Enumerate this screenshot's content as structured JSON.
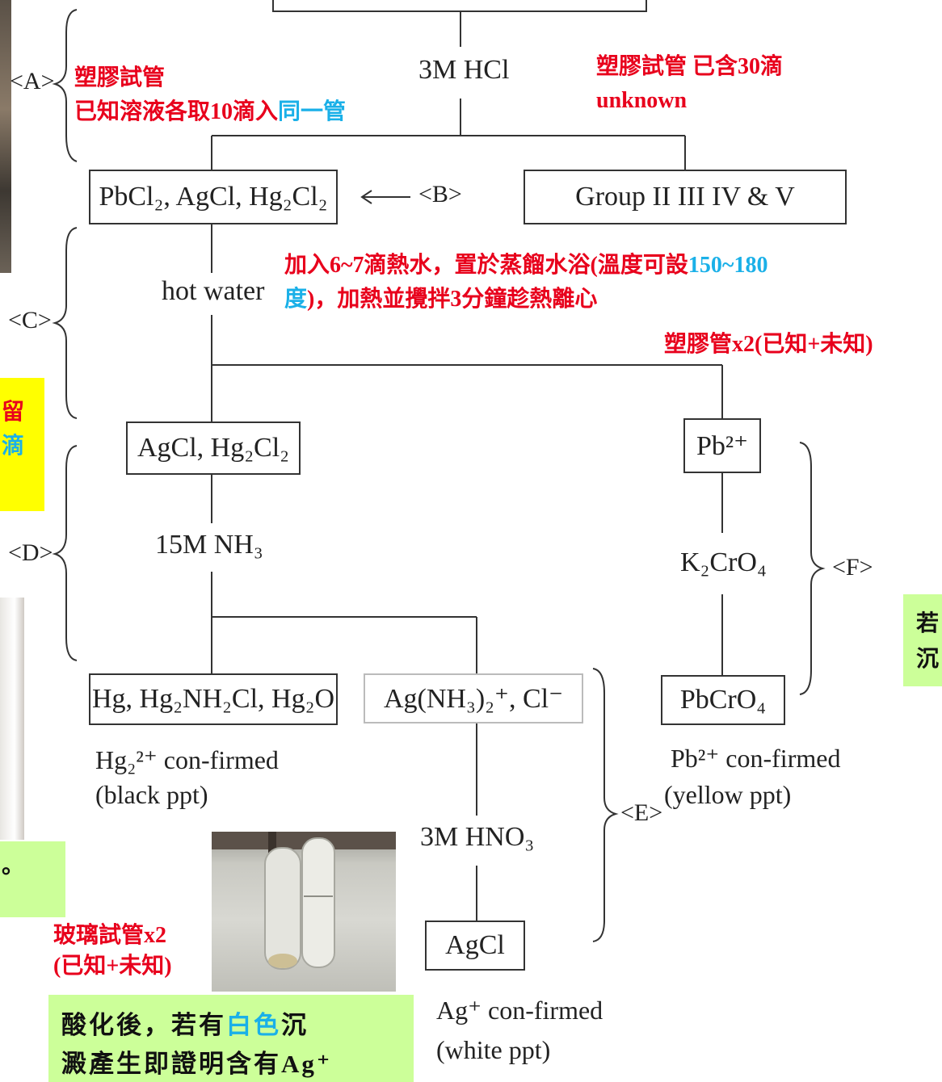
{
  "steps": {
    "A": "<A>",
    "B": "<B>",
    "C": "<C>",
    "D": "<D>",
    "E": "<E>",
    "F": "<F>"
  },
  "reagents": {
    "hcl": "3M HCl",
    "hot_water": "hot water",
    "nh3": "15M NH₃",
    "k2cro4": "K₂CrO₄",
    "hno3": "3M HNO₃"
  },
  "boxes": {
    "chlorides": "PbCl₂, AgCl, Hg₂Cl₂",
    "groups": "Group  II  III  IV & V",
    "agcl_hg2cl2": "AgCl, Hg₂Cl₂",
    "pb2": "Pb²⁺",
    "hg_products": "Hg, Hg₂NH₂Cl, Hg₂O",
    "ag_complex": "Ag(NH₃)₂⁺, Cl⁻",
    "pbcro4": "PbCrO₄",
    "agcl": "AgCl"
  },
  "confirmations": {
    "hg_line1": "Hg₂²⁺ con-firmed",
    "hg_line2": "(black ppt)",
    "pb_line1": "Pb²⁺ con-firmed",
    "pb_line2": "(yellow ppt)",
    "ag_line1": "Ag⁺ con-firmed",
    "ag_line2": "(white ppt)"
  },
  "notes": {
    "a_line1": "塑膠試管",
    "a_line2_pre": "已知溶液各取10滴入",
    "a_line2_cyan": "同一管",
    "unknown_line1": "塑膠試管 已含30滴",
    "unknown_line2": "unknown",
    "c_line1_pre": "加入6~7滴熱水，置於蒸餾水浴(溫度可設",
    "c_line1_cyan": "150~180",
    "c_line2_cyan": "度",
    "c_line2_post": ")，加熱並攪拌3分鐘趁熱離心",
    "plastic_x2": "塑膠管x2(已知+未知)",
    "glass_line1": "玻璃試管x2",
    "glass_line2": "(已知+未知)",
    "acid_line1_pre": "酸化後，若有",
    "acid_line1_cyan": "白色",
    "acid_line1_post": "沉",
    "acid_line2": "澱產生即證明含有Ag⁺",
    "yellow_frag1": "留",
    "yellow_frag2": "滴",
    "right_frag1": "若",
    "right_frag2": "沉",
    "left_frag": "。"
  },
  "colors": {
    "red_note": "#e8001c",
    "cyan_text": "#1ab0e8",
    "green_box": "#ccff99",
    "yellow_box": "#ffff00"
  }
}
